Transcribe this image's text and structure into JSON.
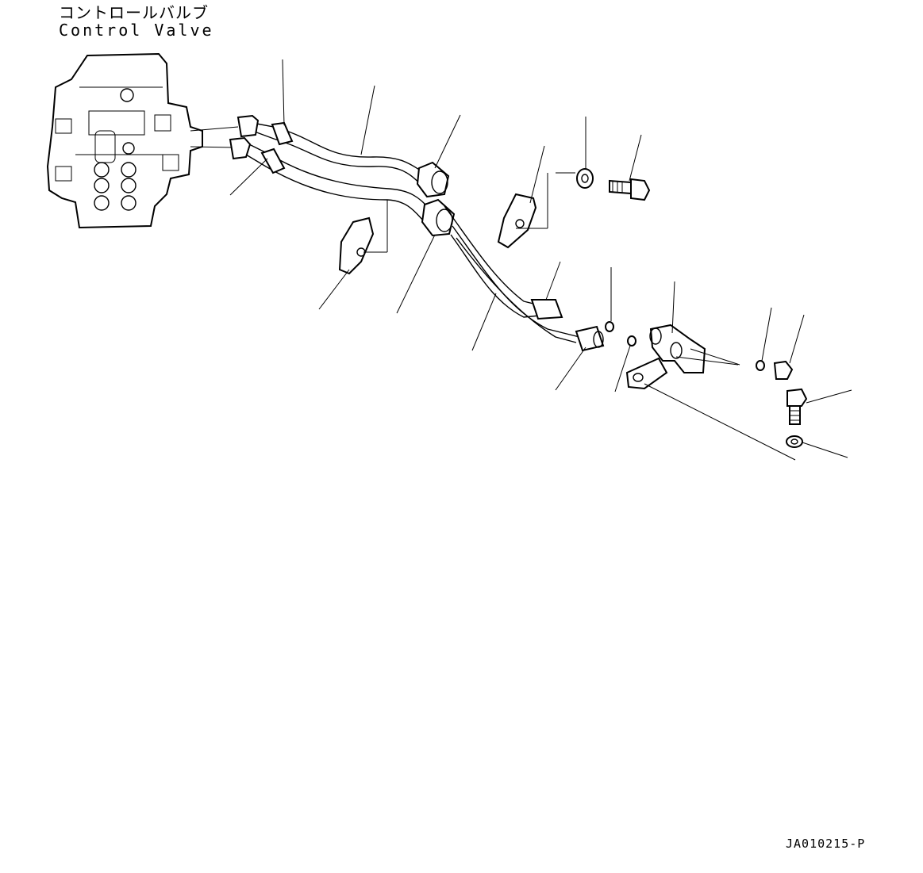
{
  "header": {
    "title_jp": "コントロールバルブ",
    "title_en": "Control Valve"
  },
  "footer": {
    "drawing_number": "JA010215-P"
  },
  "parts": [
    {
      "name": "control-valve"
    },
    {
      "name": "hose-upper"
    },
    {
      "name": "hose-lower"
    },
    {
      "name": "hose-clamp-left"
    },
    {
      "name": "hose-clamp-right"
    },
    {
      "name": "washer"
    },
    {
      "name": "bolt"
    },
    {
      "name": "o-ring"
    },
    {
      "name": "adapter-block"
    },
    {
      "name": "plug"
    }
  ]
}
